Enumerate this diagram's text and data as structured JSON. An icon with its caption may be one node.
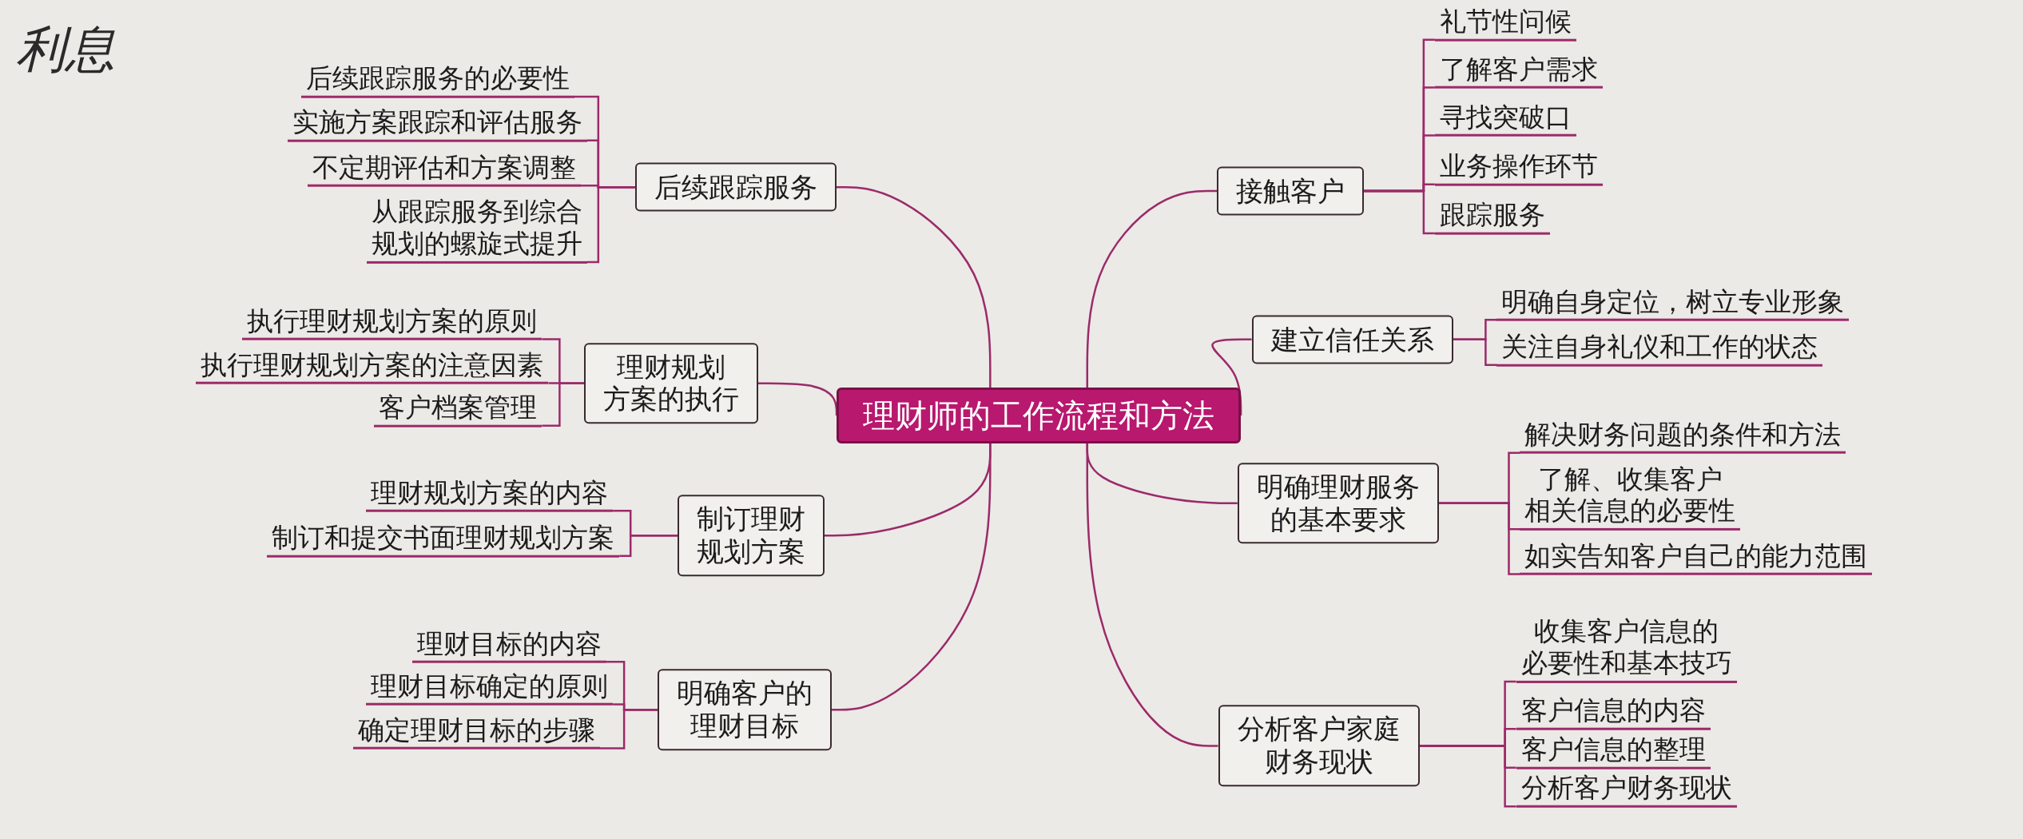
{
  "diagram": {
    "nodes": [
      {
        "text": [
          "理财师的工作流程和方法"
        ]
      },
      {
        "text": [
          "接触客户"
        ]
      },
      {
        "text": [
          "礼节性问候"
        ]
      },
      {
        "text": [
          "了解客户需求"
        ]
      },
      {
        "text": [
          "寻找突破口"
        ]
      },
      {
        "text": [
          "业务操作环节"
        ]
      },
      {
        "text": [
          "跟踪服务"
        ]
      },
      {
        "text": [
          "建立信任关系"
        ]
      },
      {
        "text": [
          "明确自身定位，树立专业形象"
        ]
      },
      {
        "text": [
          "关注自身礼仪和工作的状态"
        ]
      },
      {
        "text": [
          "明确理财服务的基本要求"
        ]
      },
      {
        "text": [
          "解决财务问题的条件和方法"
        ]
      },
      {
        "text": [
          "了解、收集客户相关信息的必要性"
        ]
      },
      {
        "text": [
          "如实告知客户自己的能力范围"
        ]
      },
      {
        "text": [
          "分析客户家庭财务现状"
        ]
      },
      {
        "text": [
          "收集客户信息的必要性和基本技巧"
        ]
      },
      {
        "text": [
          "客户信息的内容"
        ]
      },
      {
        "text": [
          "客户信息的整理"
        ]
      },
      {
        "text": [
          "分析客户财务现状"
        ]
      },
      {
        "text": [
          "后续跟踪服务"
        ]
      },
      {
        "text": [
          "后续跟踪服务的必要性"
        ]
      },
      {
        "text": [
          "实施方案跟踪和评估服务"
        ]
      },
      {
        "text": [
          "不定期评估和方案调整"
        ]
      },
      {
        "text": [
          "从跟踪服务到综合规划的螺旋式提升"
        ]
      },
      {
        "text": [
          "理财规划方案的执行"
        ]
      },
      {
        "text": [
          "执行理财规划方案的原则"
        ]
      },
      {
        "text": [
          "执行理财规划方案的注意因素"
        ]
      },
      {
        "text": [
          "客户档案管理"
        ]
      },
      {
        "text": [
          "制订理财规划方案"
        ]
      },
      {
        "text": [
          "理财规划方案的内容"
        ]
      },
      {
        "text": [
          "制订和提交书面理财规划方案"
        ]
      },
      {
        "text": [
          "明确客户的理财目标"
        ]
      },
      {
        "text": [
          "理财目标的内容"
        ]
      },
      {
        "text": [
          "理财目标确定的原则"
        ]
      },
      {
        "text": [
          "确定理财目标的步骤"
        ]
      }
    ],
    "edges": [
      {
        "from": 0,
        "to": 1,
        "arrow": "none"
      },
      {
        "from": 1,
        "to": 2,
        "arrow": "none"
      },
      {
        "from": 1,
        "to": 3,
        "arrow": "none"
      },
      {
        "from": 1,
        "to": 4,
        "arrow": "none"
      },
      {
        "from": 1,
        "to": 5,
        "arrow": "none"
      },
      {
        "from": 1,
        "to": 6,
        "arrow": "none"
      },
      {
        "from": 0,
        "to": 7,
        "arrow": "none"
      },
      {
        "from": 7,
        "to": 8,
        "arrow": "none"
      },
      {
        "from": 7,
        "to": 9,
        "arrow": "none"
      },
      {
        "from": 0,
        "to": 10,
        "arrow": "none"
      },
      {
        "from": 10,
        "to": 11,
        "arrow": "none"
      },
      {
        "from": 10,
        "to": 12,
        "arrow": "none"
      },
      {
        "from": 10,
        "to": 13,
        "arrow": "none"
      },
      {
        "from": 0,
        "to": 14,
        "arrow": "none"
      },
      {
        "from": 14,
        "to": 15,
        "arrow": "none"
      },
      {
        "from": 14,
        "to": 16,
        "arrow": "none"
      },
      {
        "from": 14,
        "to": 17,
        "arrow": "none"
      },
      {
        "from": 14,
        "to": 18,
        "arrow": "none"
      },
      {
        "from": 0,
        "to": 19,
        "arrow": "none"
      },
      {
        "from": 19,
        "to": 20,
        "arrow": "none"
      },
      {
        "from": 19,
        "to": 21,
        "arrow": "none"
      },
      {
        "from": 19,
        "to": 22,
        "arrow": "none"
      },
      {
        "from": 19,
        "to": 23,
        "arrow": "none"
      },
      {
        "from": 0,
        "to": 24,
        "arrow": "none"
      },
      {
        "from": 24,
        "to": 25,
        "arrow": "none"
      },
      {
        "from": 24,
        "to": 26,
        "arrow": "none"
      },
      {
        "from": 24,
        "to": 27,
        "arrow": "none"
      },
      {
        "from": 0,
        "to": 28,
        "arrow": "none"
      },
      {
        "from": 28,
        "to": 29,
        "arrow": "none"
      },
      {
        "from": 28,
        "to": 30,
        "arrow": "none"
      },
      {
        "from": 0,
        "to": 31,
        "arrow": "none"
      },
      {
        "from": 31,
        "to": 32,
        "arrow": "none"
      },
      {
        "from": 31,
        "to": 33,
        "arrow": "none"
      },
      {
        "from": 31,
        "to": 34,
        "arrow": "none"
      }
    ],
    "labels": [
      "利息"
    ]
  }
}
